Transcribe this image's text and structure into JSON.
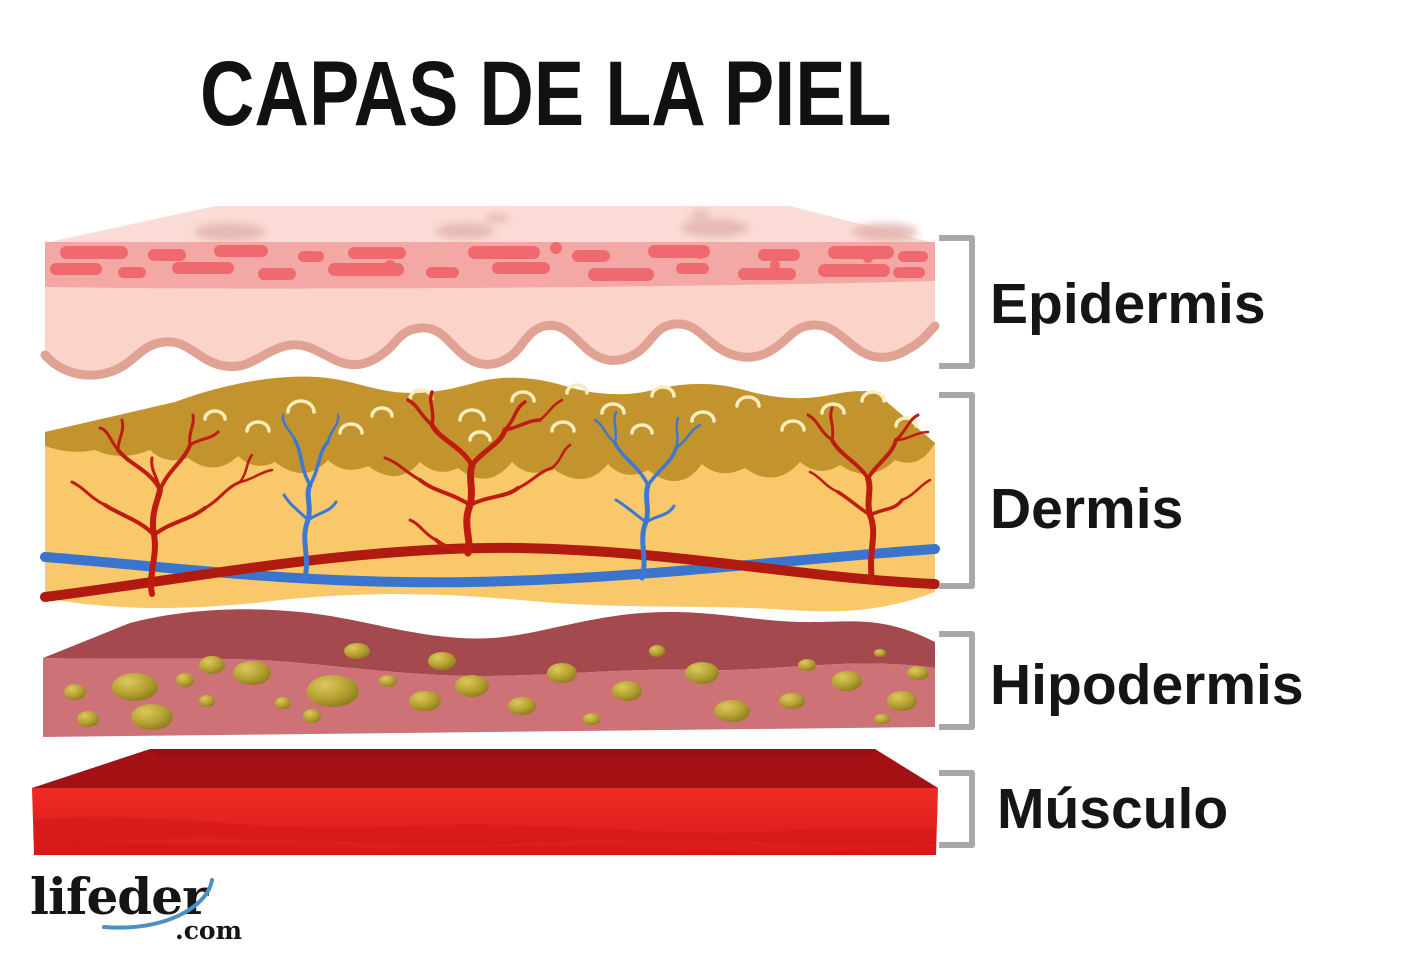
{
  "title": "CAPAS DE LA PIEL",
  "diagram": {
    "description": "Cross-section diagram of skin layers",
    "layers": [
      {
        "id": "epidermis",
        "label": "Epidermis",
        "main_colors": [
          "#fcdcd6",
          "#f3a8a6",
          "#fbd3c8",
          "#ef6a6e"
        ]
      },
      {
        "id": "dermis",
        "label": "Dermis",
        "main_colors": [
          "#f8c86b",
          "#c3932e",
          "#bf1c10",
          "#3d79d2"
        ]
      },
      {
        "id": "hipodermis",
        "label": "Hipodermis",
        "main_colors": [
          "#a4494d",
          "#cd7378",
          "#b6a133"
        ]
      },
      {
        "id": "musculo",
        "label": "Músculo",
        "main_colors": [
          "#a31114",
          "#e32320"
        ]
      }
    ],
    "bracket_color": "#a8a8a8"
  },
  "logo": {
    "name": "lifeder",
    "tld": ".com",
    "swoosh_color": "#4a90c6"
  }
}
